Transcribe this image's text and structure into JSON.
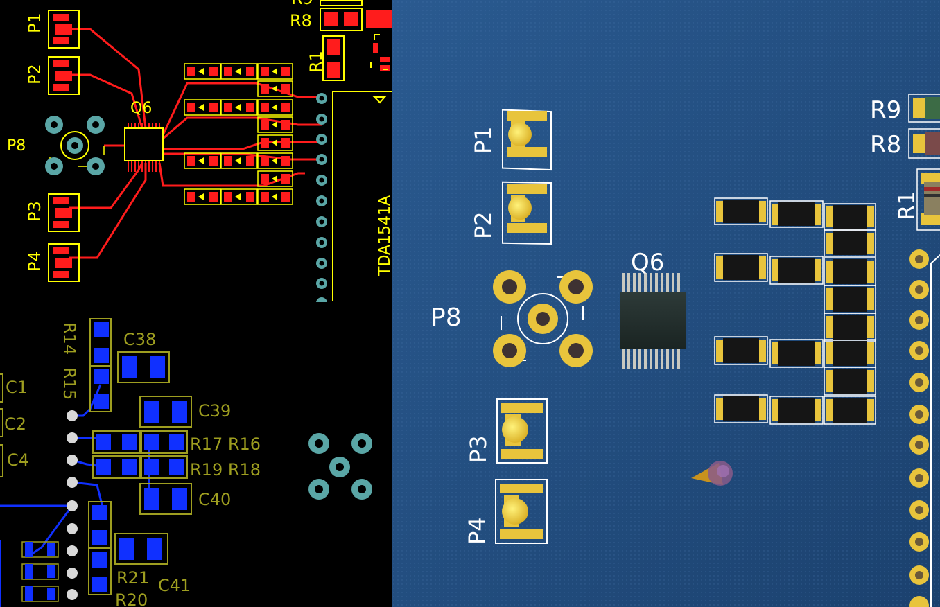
{
  "views": {
    "layout_2d": "2D layout",
    "view_3d": "3D view"
  },
  "colors": {
    "board_background": "#000000",
    "top_copper": "#ff1c1c",
    "top_overlay": "#ffff00",
    "bottom_copper": "#1030ff",
    "bottom_overlay": "#9e9e20",
    "via": "#5aa6a6",
    "board_3d": "#1d4878",
    "pad_gold": "#e8c43c",
    "silkscreen_3d": "#ffffff"
  },
  "layout_top": {
    "designators": {
      "p1": "P1",
      "p2": "P2",
      "p3": "P3",
      "p4": "P4",
      "p8": "P8",
      "q6": "Q6",
      "r1": "R1",
      "r8": "R8",
      "r9_partial": "R9",
      "ic_partial": "TDA1541A"
    }
  },
  "layout_bottom": {
    "designators": {
      "r14": "R14",
      "r15": "R15",
      "c38": "C38",
      "c39": "C39",
      "c40": "C40",
      "c41": "C41",
      "c1": "C1",
      "c2": "C2",
      "c4": "C4",
      "r16_r17": "R17 R16",
      "r18_r19": "R19 R18",
      "r21": "R21",
      "r20": "R20"
    }
  },
  "view3d": {
    "designators": {
      "p1": "P1",
      "p2": "P2",
      "p3": "P3",
      "p4": "P4",
      "p8": "P8",
      "q6": "Q6",
      "r1": "R1",
      "r8": "R8",
      "r9": "R9"
    }
  },
  "icons": {
    "cursor": "cone-pointer-icon"
  }
}
